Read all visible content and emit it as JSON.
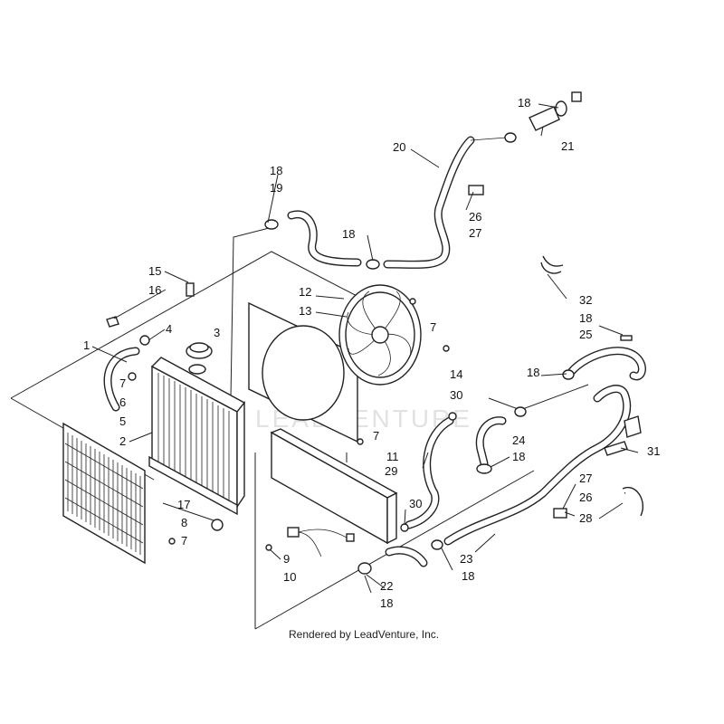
{
  "watermark": "LEADVENTURE",
  "footer": "Rendered by LeadVenture, Inc.",
  "labels": {
    "l1": "1",
    "l2": "2",
    "l3": "3",
    "l4": "4",
    "l5": "5",
    "l6": "6",
    "l7a": "7",
    "l7b": "7",
    "l7c": "7",
    "l7d": "7",
    "l8": "8",
    "l9": "9",
    "l10": "10",
    "l11": "11",
    "l12": "12",
    "l13": "13",
    "l14": "14",
    "l15": "15",
    "l16": "16",
    "l17": "17",
    "l18a": "18",
    "l18b": "18",
    "l18c": "18",
    "l18d": "18",
    "l18e": "18",
    "l18f": "18",
    "l18g": "18",
    "l18h": "18",
    "l19": "19",
    "l20": "20",
    "l21": "21",
    "l22": "22",
    "l23": "23",
    "l24": "24",
    "l25": "25",
    "l26a": "26",
    "l26b": "26",
    "l27a": "27",
    "l27b": "27",
    "l28": "28",
    "l29": "29",
    "l30a": "30",
    "l30b": "30",
    "l31": "31",
    "l32": "32"
  }
}
